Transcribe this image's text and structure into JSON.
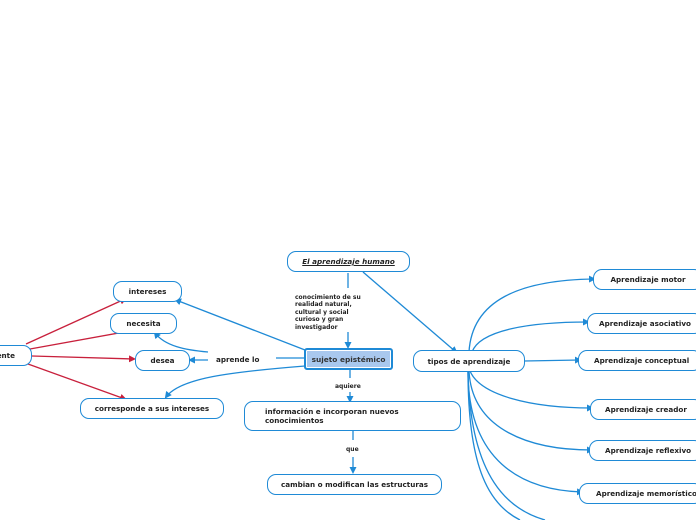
{
  "nodes": {
    "title": "El aprendizaje humano",
    "central": "sujeto epistémico",
    "info": "información e incorporan nuevos conocimientos",
    "cambian": "cambian o modifican las estructuras",
    "tipos": "tipos de aprendizaje",
    "intereses": "intereses",
    "necesita": "necesita",
    "desea": "desea",
    "corresponde": "corresponde a sus intereses",
    "mente": "ente"
  },
  "labels": {
    "conocimiento": "conocimiento de su realidad natural, cultural y social curioso y gran investigador",
    "adquiere": "aquiere",
    "que": "que",
    "aprende": "aprende lo"
  },
  "tipos_list": [
    "Aprendizaje motor",
    "Aprendizaje asociativo",
    "Aprendizaje conceptual",
    "Aprendizaje creador",
    "Aprendizaje reflexivo",
    "Aprendizaje memorístico"
  ],
  "colors": {
    "blue_link": "#1f8ad6",
    "red_link": "#c8203c",
    "central_fill": "#a9c8ee"
  }
}
